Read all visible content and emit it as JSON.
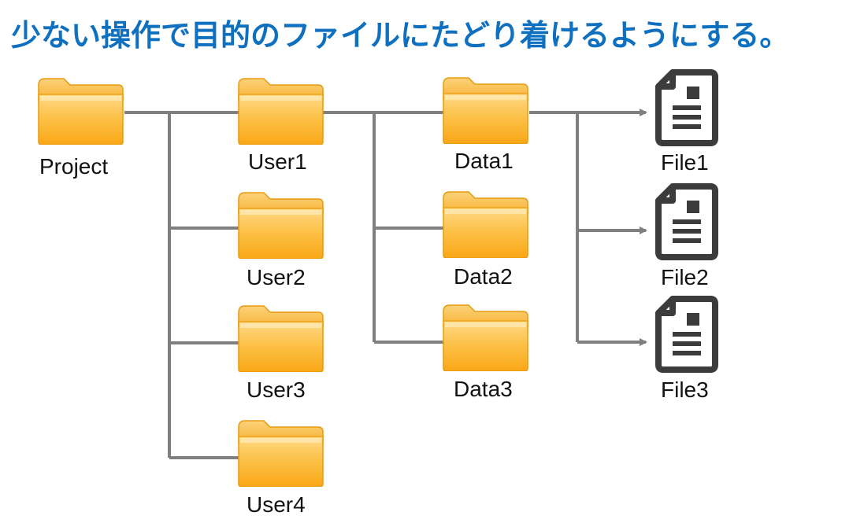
{
  "title": "少ない操作で目的のファイルにたどり着けるようにする。",
  "root": {
    "label": "Project",
    "icon": "folder-icon"
  },
  "users": [
    {
      "label": "User1",
      "icon": "folder-icon"
    },
    {
      "label": "User2",
      "icon": "folder-icon"
    },
    {
      "label": "User3",
      "icon": "folder-icon"
    },
    {
      "label": "User4",
      "icon": "folder-icon"
    }
  ],
  "datasets": [
    {
      "label": "Data1",
      "icon": "folder-icon"
    },
    {
      "label": "Data2",
      "icon": "folder-icon"
    },
    {
      "label": "Data3",
      "icon": "folder-icon"
    }
  ],
  "files": [
    {
      "label": "File1",
      "icon": "document-icon"
    },
    {
      "label": "File2",
      "icon": "document-icon"
    },
    {
      "label": "File3",
      "icon": "document-icon"
    }
  ],
  "colors": {
    "title": "#1070c0",
    "connector": "#7f7f7f",
    "folder": "#fbb12a",
    "document": "#3c3c3c"
  }
}
